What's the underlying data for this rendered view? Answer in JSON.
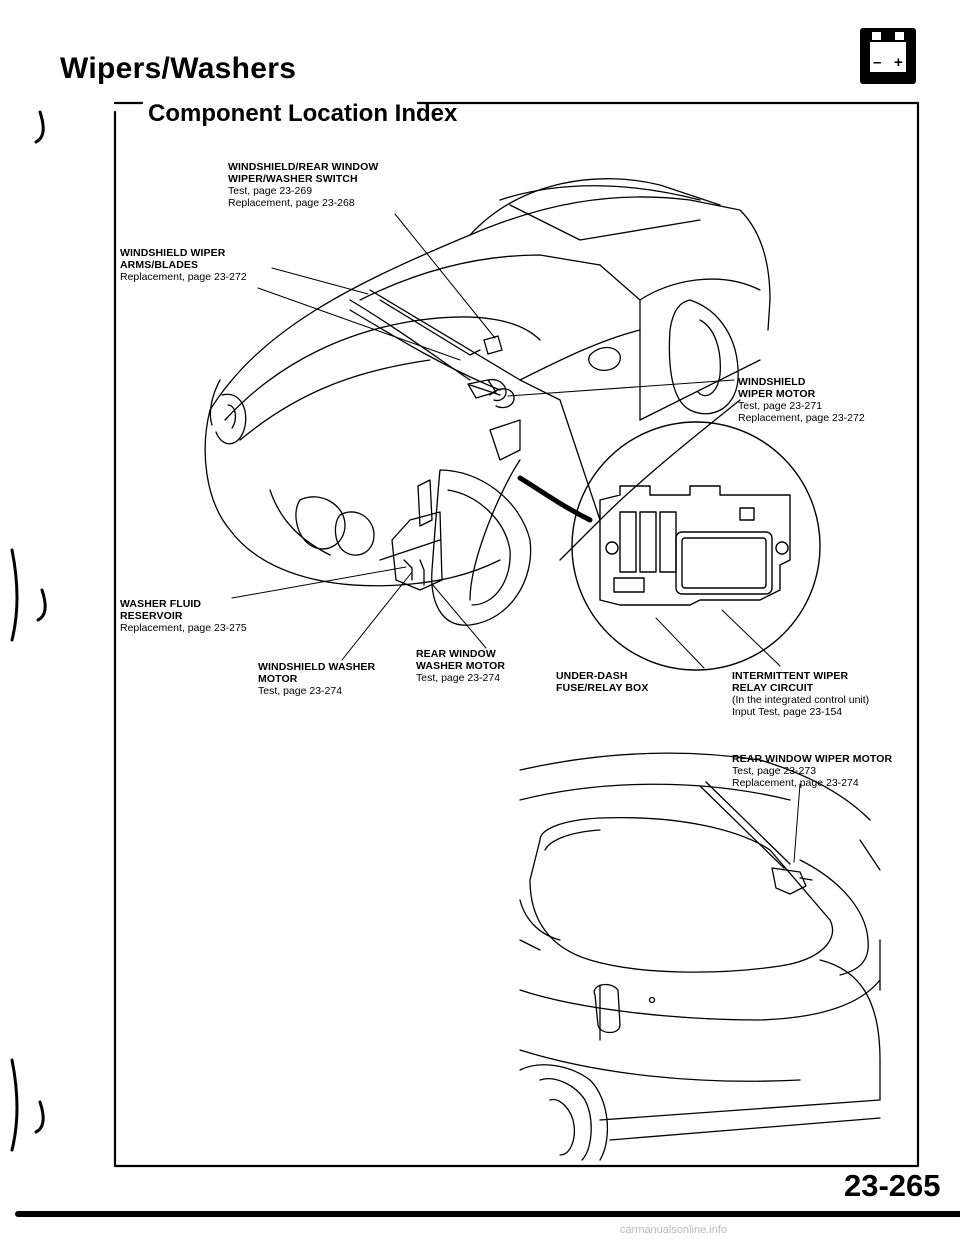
{
  "header": {
    "title": "Wipers/Washers",
    "subtitle": "Component Location Index",
    "battery_icon": "battery-icon",
    "battery_minus": "–",
    "battery_plus": "+"
  },
  "callouts": {
    "switch": {
      "name": "WINDSHIELD/REAR WINDOW WIPER/WASHER SWITCH",
      "line1": "WINDSHIELD/REAR WINDOW",
      "line2": "WIPER/WASHER SWITCH",
      "test": "Test, page 23-269",
      "replacement": "Replacement, page 23-268"
    },
    "arms_blades": {
      "line1": "WINDSHIELD WIPER",
      "line2": "ARMS/BLADES",
      "replacement": "Replacement, page 23-272"
    },
    "wiper_motor": {
      "line1": "WINDSHIELD",
      "line2": "WIPER MOTOR",
      "test": "Test, page 23-271",
      "replacement": "Replacement, page 23-272"
    },
    "reservoir": {
      "line1": "WASHER FLUID",
      "line2": "RESERVOIR",
      "replacement": "Replacement, page 23-275"
    },
    "washer_motor": {
      "line1": "WINDSHIELD WASHER",
      "line2": "MOTOR",
      "test": "Test, page 23-274"
    },
    "rear_washer_motor": {
      "line1": "REAR WINDOW",
      "line2": "WASHER MOTOR",
      "test": "Test, page 23-274"
    },
    "fuse_box": {
      "line1": "UNDER-DASH",
      "line2": "FUSE/RELAY BOX"
    },
    "relay": {
      "line1": "INTERMITTENT WIPER",
      "line2": "RELAY CIRCUIT",
      "note": "(In the integrated control unit)",
      "test": "Input Test, page 23-154"
    },
    "rear_wiper_motor": {
      "line1": "REAR WINDOW WIPER MOTOR",
      "test": "Test, page 23-273",
      "replacement": "Replacement, page 23-274"
    }
  },
  "footer": {
    "page_number": "23-265",
    "watermark": "carmanualsonline.info"
  }
}
